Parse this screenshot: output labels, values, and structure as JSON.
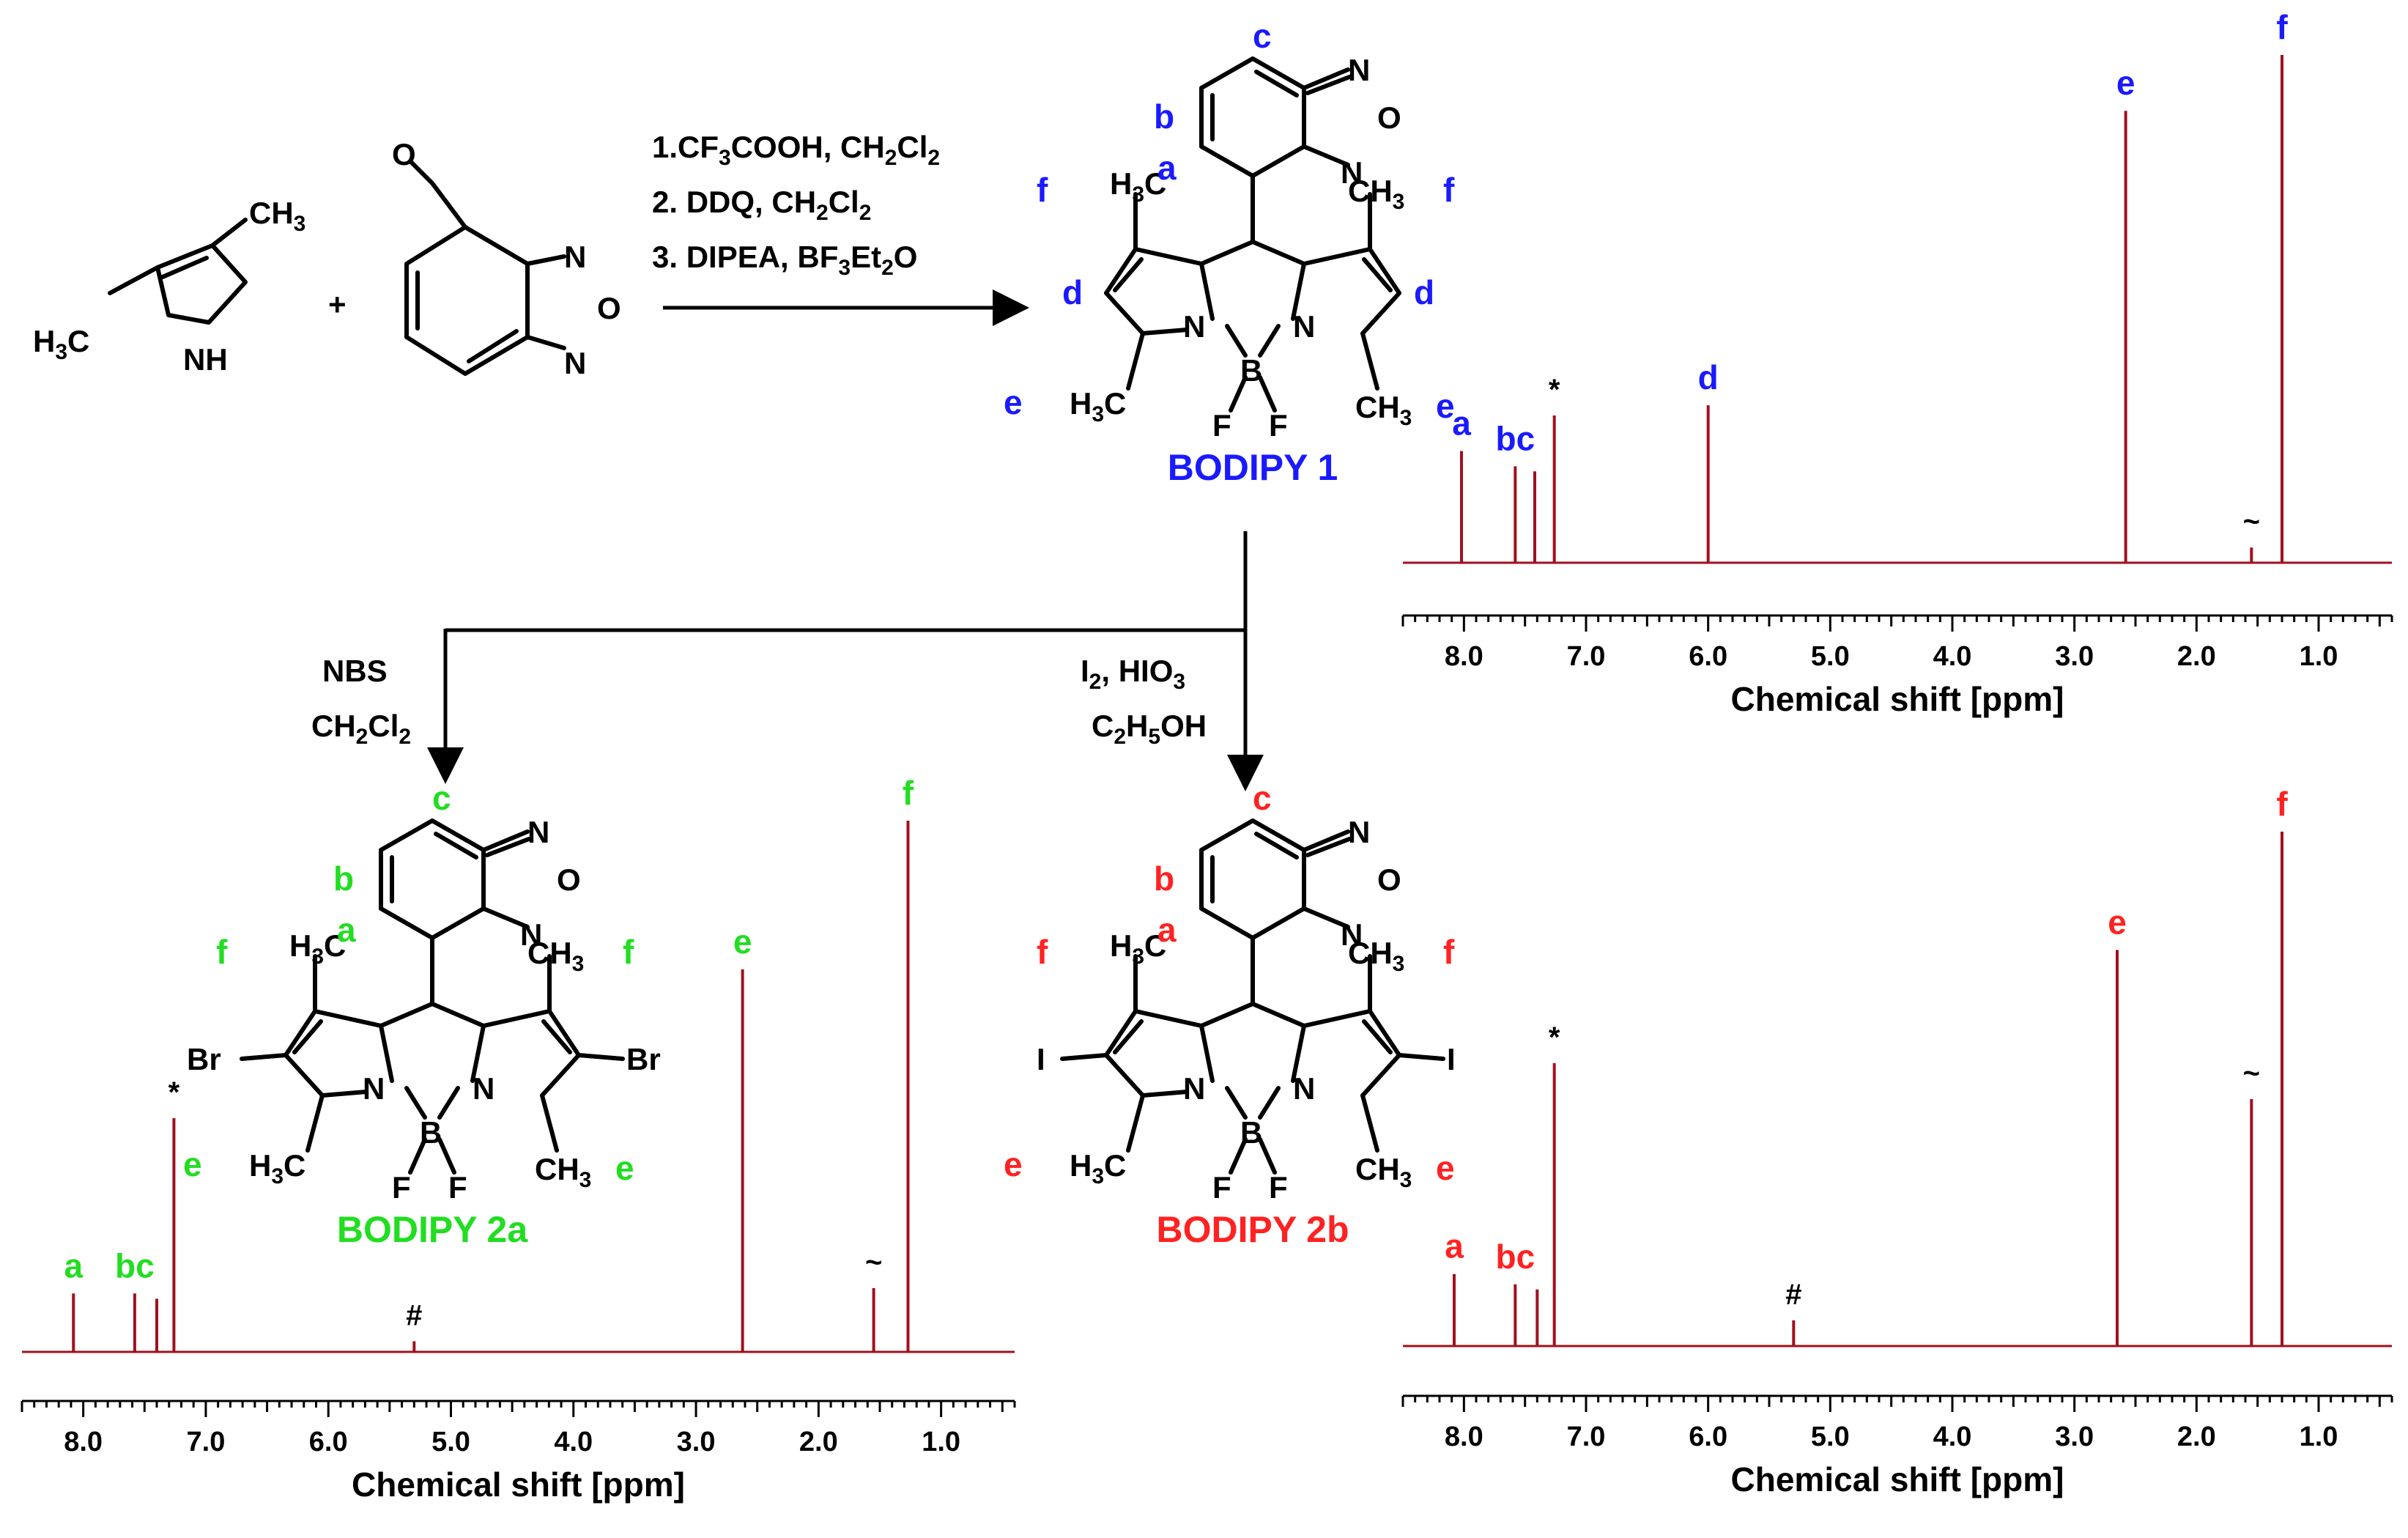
{
  "colors": {
    "bodipy1": "#1a1aff",
    "bodipy2a": "#22dd22",
    "bodipy2b": "#ff2222",
    "spectrum": "#a0101e",
    "axis": "#000000"
  },
  "reagents": {
    "pyrrole": {
      "ch3": "CH",
      "ch3_sub": "3",
      "h3c": "H",
      "h3c_sub": "3",
      "h3c_tail": "C",
      "nh": "NH"
    },
    "plus": "+",
    "aldehyde": {
      "o": "O",
      "n1": "N",
      "o2": "O",
      "n2": "N"
    }
  },
  "conditions": {
    "step1": {
      "a": "1.CF",
      "s1": "3",
      "b": "COOH, CH",
      "s2": "2",
      "c": "Cl",
      "s3": "2"
    },
    "step2": {
      "a": "2. DDQ, CH",
      "s1": "2",
      "b": "Cl",
      "s2": "2"
    },
    "step3": {
      "a": "3. DIPEA, BF",
      "s1": "3",
      "b": "Et",
      "s2": "2",
      "c": "O"
    },
    "nbs": {
      "l1": "NBS",
      "l2a": "CH",
      "l2s": "2",
      "l2b": "Cl",
      "l2s2": "2"
    },
    "iod": {
      "l1a": "I",
      "l1s": "2",
      "l1b": ", HIO",
      "l1s2": "3",
      "l2a": "C",
      "l2s": "2",
      "l2b": "H",
      "l2s2": "5",
      "l2c": "OH"
    }
  },
  "molecule_text": {
    "n": "N",
    "o": "O",
    "b": "B",
    "f": "F",
    "br": "Br",
    "i": "I",
    "ch": "CH",
    "h3c": "H",
    "c": "C",
    "three": "3"
  },
  "compounds": [
    {
      "name": "BODIPY 1",
      "labels": [
        "a",
        "b",
        "c",
        "d",
        "d",
        "e",
        "e",
        "f",
        "f"
      ]
    },
    {
      "name": "BODIPY 2a",
      "labels": [
        "a",
        "b",
        "c",
        "e",
        "e",
        "f",
        "f"
      ]
    },
    {
      "name": "BODIPY 2b",
      "labels": [
        "a",
        "b",
        "c",
        "e",
        "e",
        "f",
        "f"
      ]
    }
  ],
  "chart_data": [
    {
      "type": "line",
      "title": "",
      "xlabel": "Chemical shift [ppm]",
      "ylabel": "",
      "xlim": [
        8.5,
        0.4
      ],
      "x_reversed": true,
      "xticks": [
        "8.0",
        "7.0",
        "6.0",
        "5.0",
        "4.0",
        "3.0",
        "2.0",
        "1.0"
      ],
      "grid": false,
      "peaks": [
        {
          "ppm": 8.02,
          "height": 0.22,
          "label": "a"
        },
        {
          "ppm": 7.58,
          "height": 0.19,
          "label": "bc"
        },
        {
          "ppm": 7.42,
          "height": 0.18,
          "label": ""
        },
        {
          "ppm": 7.26,
          "height": 0.29,
          "label": "*"
        },
        {
          "ppm": 6.0,
          "height": 0.31,
          "label": "d"
        },
        {
          "ppm": 2.58,
          "height": 0.89,
          "label": "e"
        },
        {
          "ppm": 1.55,
          "height": 0.03,
          "label": "~"
        },
        {
          "ppm": 1.3,
          "height": 1.0,
          "label": "f"
        }
      ]
    },
    {
      "type": "line",
      "title": "",
      "xlabel": "Chemical shift [ppm]",
      "ylabel": "",
      "xlim": [
        8.5,
        0.4
      ],
      "x_reversed": true,
      "xticks": [
        "8.0",
        "7.0",
        "6.0",
        "5.0",
        "4.0",
        "3.0",
        "2.0",
        "1.0"
      ],
      "grid": false,
      "peaks": [
        {
          "ppm": 8.08,
          "height": 0.11,
          "label": "a"
        },
        {
          "ppm": 7.58,
          "height": 0.11,
          "label": "bc"
        },
        {
          "ppm": 7.4,
          "height": 0.1,
          "label": ""
        },
        {
          "ppm": 7.26,
          "height": 0.44,
          "label": "*"
        },
        {
          "ppm": 5.3,
          "height": 0.02,
          "label": "#"
        },
        {
          "ppm": 2.62,
          "height": 0.72,
          "label": "e"
        },
        {
          "ppm": 1.55,
          "height": 0.12,
          "label": "~"
        },
        {
          "ppm": 1.27,
          "height": 1.0,
          "label": "f"
        }
      ]
    },
    {
      "type": "line",
      "title": "",
      "xlabel": "Chemical shift [ppm]",
      "ylabel": "",
      "xlim": [
        8.5,
        0.4
      ],
      "x_reversed": true,
      "xticks": [
        "8.0",
        "7.0",
        "6.0",
        "5.0",
        "4.0",
        "3.0",
        "2.0",
        "1.0"
      ],
      "grid": false,
      "peaks": [
        {
          "ppm": 8.08,
          "height": 0.14,
          "label": "a"
        },
        {
          "ppm": 7.58,
          "height": 0.12,
          "label": "bc"
        },
        {
          "ppm": 7.4,
          "height": 0.11,
          "label": ""
        },
        {
          "ppm": 7.26,
          "height": 0.55,
          "label": "*"
        },
        {
          "ppm": 5.3,
          "height": 0.05,
          "label": "#"
        },
        {
          "ppm": 2.65,
          "height": 0.77,
          "label": "e"
        },
        {
          "ppm": 1.55,
          "height": 0.48,
          "label": "~"
        },
        {
          "ppm": 1.3,
          "height": 1.0,
          "label": "f"
        }
      ]
    }
  ]
}
